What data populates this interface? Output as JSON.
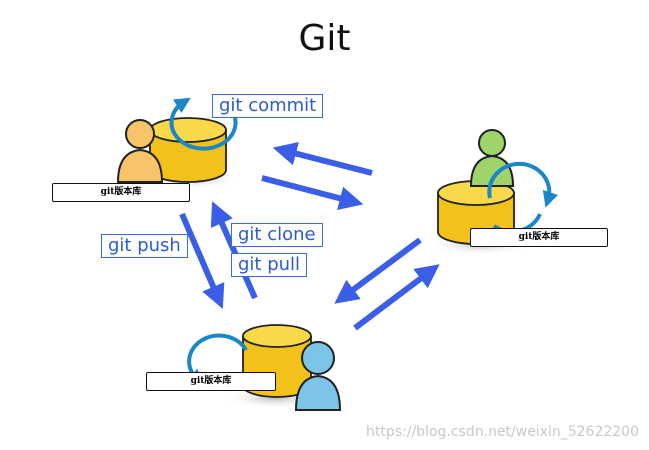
{
  "title": "Git",
  "commands": {
    "commit": "git commit",
    "clone": "git clone",
    "pull": "git pull",
    "push": "git push"
  },
  "repos": {
    "top_left": "git版本库",
    "right": "git版本库",
    "bottom": "git版本库"
  },
  "watermark": "https://blog.csdn.net/weixin_52622200",
  "colors": {
    "arrow": "#3a5ee8",
    "cycle": "#1a87c9",
    "cylinder": "#f2c21a",
    "person_orange": "#f7c46a",
    "person_green": "#9fd46a",
    "person_blue": "#7cc4e8"
  }
}
